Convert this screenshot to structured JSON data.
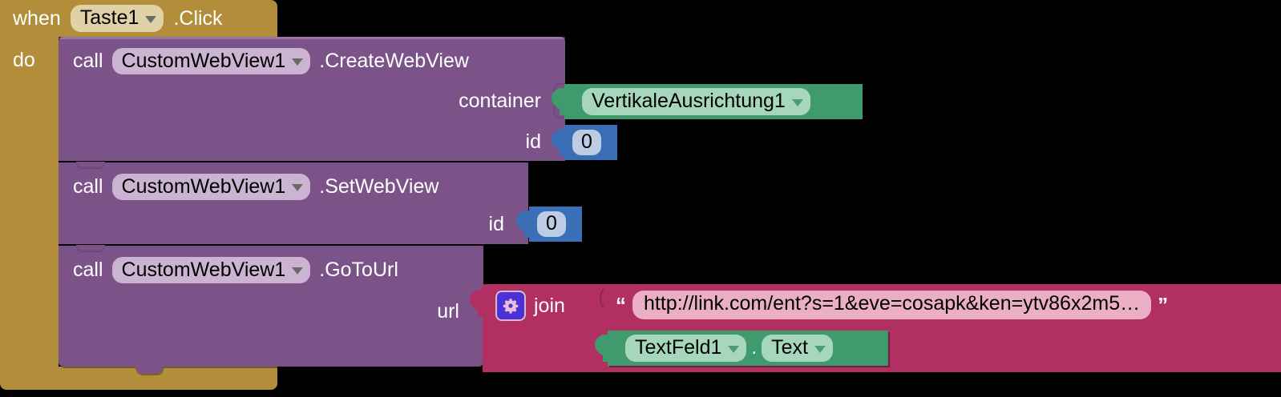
{
  "blocks": {
    "event": {
      "when_label": "when",
      "component": "Taste1",
      "event_name": ".Click",
      "do_label": "do",
      "color": "#B28E3A"
    },
    "statements": [
      {
        "call_label": "call",
        "component": "CustomWebView1",
        "method": ".CreateWebView",
        "color": "#7B5388",
        "params": [
          {
            "name": "container",
            "value_type": "component-getter",
            "value": "VertikaleAusrichtung1",
            "color": "#3F9A6E"
          },
          {
            "name": "id",
            "value_type": "number",
            "value": "0",
            "color": "#3A6FB5"
          }
        ]
      },
      {
        "call_label": "call",
        "component": "CustomWebView1",
        "method": ".SetWebView",
        "color": "#7B5388",
        "params": [
          {
            "name": "id",
            "value_type": "number",
            "value": "0",
            "color": "#3A6FB5"
          }
        ]
      },
      {
        "call_label": "call",
        "component": "CustomWebView1",
        "method": ".GoToUrl",
        "color": "#7B5388",
        "params": [
          {
            "name": "url",
            "value_type": "join",
            "color": "#B22F62"
          }
        ]
      }
    ],
    "join": {
      "mutator_icon": "gear-icon",
      "label": "join",
      "open_quote": "“",
      "close_quote": "”",
      "color": "#B22F62",
      "arguments": [
        {
          "type": "text-string",
          "value": "http://link.com/ent?s=1&eve=cosapk&ken=ytv86x2m5…"
        },
        {
          "type": "component-property-getter",
          "component": "TextFeld1",
          "separator": ".",
          "property": "Text",
          "color": "#3F9A6E"
        }
      ]
    }
  },
  "palette": {
    "background": "#000000",
    "gold": "#B28E3A",
    "gold_field": "#E0D2A6",
    "purple": "#7B5388",
    "purple_field": "#CBB3D2",
    "green": "#3F9A6E",
    "green_field": "#A6D7BC",
    "blue": "#3A6FB5",
    "blue_field": "#BBCCE4",
    "crimson": "#B22F62",
    "pink_field": "#EBAFC5",
    "gear_button": "#4A32D6"
  }
}
